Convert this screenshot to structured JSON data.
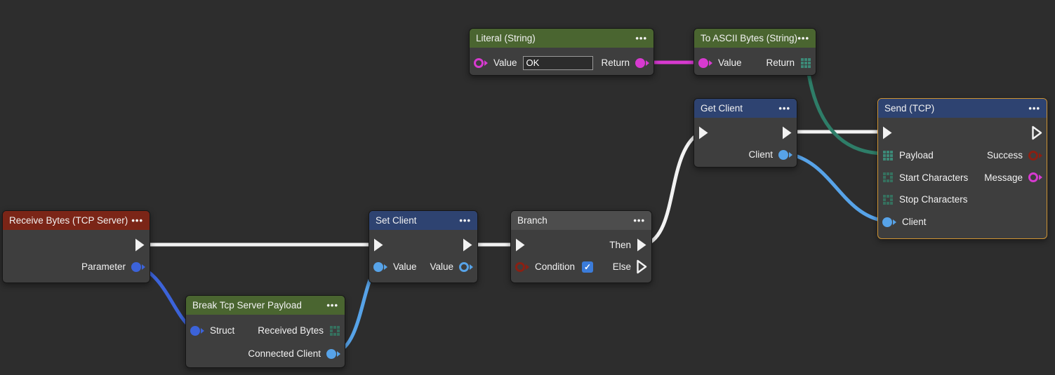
{
  "icons": {
    "menu": "•••",
    "check": "✓"
  },
  "colors": {
    "canvas-bg": "#2d2d2d",
    "node-body": "#3e3e3e",
    "header-green": "#4a6530",
    "header-blue": "#2e4371",
    "header-red": "#7b2517",
    "header-gray": "#4d4d4d",
    "text": "#f2f2f2",
    "exec": "#f2f2f2",
    "type-string": "#d73ad0",
    "type-bytes": "#3c8977",
    "type-bytes-dim": "#35705e",
    "type-bytes-wire": "#2e7d68",
    "type-client": "#57a3e8",
    "type-struct": "#3c63d9",
    "type-bool": "#8a2013",
    "selection": "#cf9434"
  },
  "nodes": {
    "literal": {
      "title": "Literal (String)",
      "value_label": "Value",
      "value_text": "OK",
      "return_label": "Return"
    },
    "to_ascii": {
      "title": "To ASCII Bytes (String)",
      "value_label": "Value",
      "return_label": "Return"
    },
    "get_client": {
      "title": "Get Client",
      "client_label": "Client"
    },
    "send": {
      "title": "Send (TCP)",
      "payload_label": "Payload",
      "success_label": "Success",
      "start_chars_label": "Start Characters",
      "message_label": "Message",
      "stop_chars_label": "Stop Characters",
      "client_label": "Client",
      "selected": true
    },
    "receive": {
      "title": "Receive Bytes (TCP Server)",
      "parameter_label": "Parameter"
    },
    "set_client": {
      "title": "Set Client",
      "value_in_label": "Value",
      "value_out_label": "Value"
    },
    "branch": {
      "title": "Branch",
      "condition_label": "Condition",
      "condition_checked": true,
      "then_label": "Then",
      "else_label": "Else"
    },
    "break_payload": {
      "title": "Break Tcp Server Payload",
      "struct_label": "Struct",
      "received_bytes_label": "Received Bytes",
      "connected_client_label": "Connected Client"
    }
  },
  "wires": [
    {
      "from": "receive.exec-out",
      "to": "set_client.exec-in",
      "type": "exec"
    },
    {
      "from": "set_client.exec-out",
      "to": "branch.exec-in",
      "type": "exec"
    },
    {
      "from": "branch.then",
      "to": "get_client.exec-in",
      "type": "exec"
    },
    {
      "from": "get_client.exec-out",
      "to": "send.exec-in",
      "type": "exec"
    },
    {
      "from": "literal.return",
      "to": "to_ascii.value",
      "type": "string"
    },
    {
      "from": "to_ascii.return",
      "to": "send.payload",
      "type": "bytes"
    },
    {
      "from": "get_client.client",
      "to": "send.client",
      "type": "client"
    },
    {
      "from": "receive.parameter",
      "to": "break_payload.struct",
      "type": "struct"
    },
    {
      "from": "break_payload.connected_client",
      "to": "set_client.value",
      "type": "client"
    }
  ]
}
